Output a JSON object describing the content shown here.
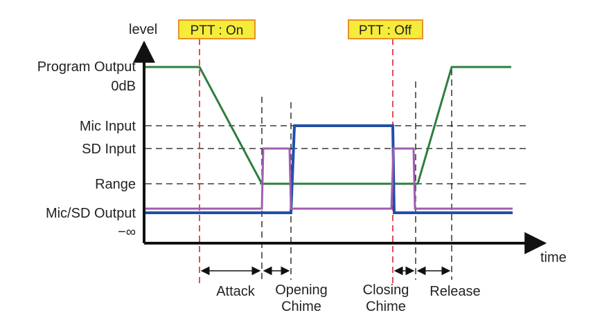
{
  "axes": {
    "y_label": "level",
    "x_label": "time"
  },
  "levels": {
    "program_output": "Program Output",
    "zero_db": "0dB",
    "mic_input": "Mic Input",
    "sd_input": "SD Input",
    "range": "Range",
    "mic_sd_output": "Mic/SD Output",
    "neg_infinity": "−∞"
  },
  "events": {
    "ptt_on": "PTT : On",
    "ptt_off": "PTT : Off"
  },
  "phases": {
    "attack": "Attack",
    "opening_line1": "Opening",
    "opening_line2": "Chime",
    "closing_line1": "Closing",
    "closing_line2": "Chime",
    "release": "Release"
  },
  "colors": {
    "program_output": "#2e7d3e",
    "mic_signal": "#1f4fa8",
    "sd_signal": "#a05db0",
    "ptt_marker": "#e0202a",
    "ptt_box_fill": "#f5ec3a",
    "ptt_box_border": "#e8902a",
    "axis": "#111111",
    "guide": "#111111"
  }
}
